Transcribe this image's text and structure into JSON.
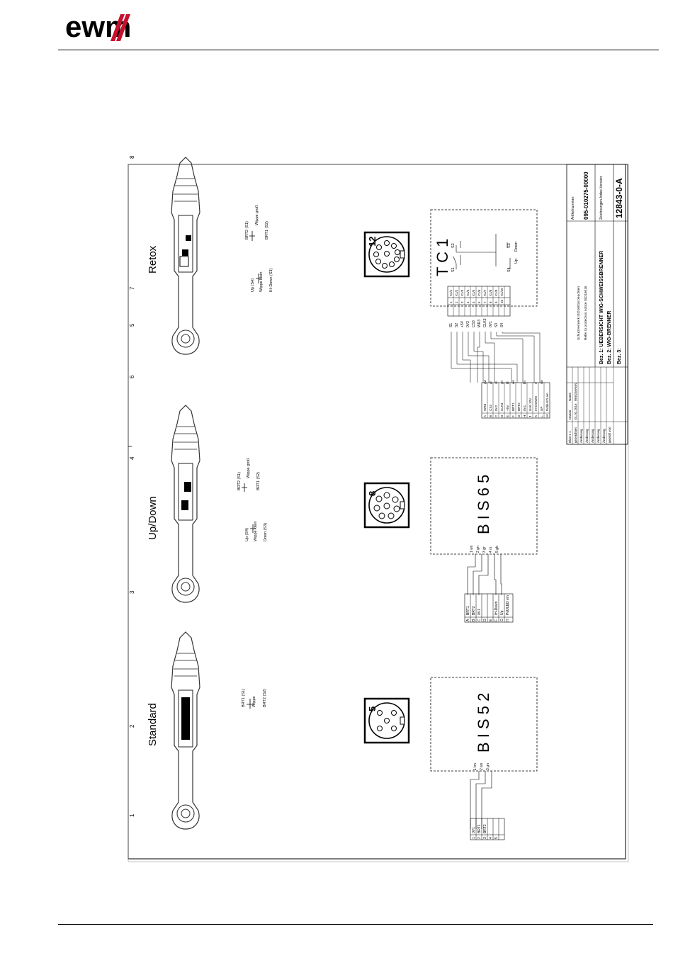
{
  "header": {
    "logo_text": "ewm"
  },
  "grid": {
    "columns": [
      "1",
      "2",
      "3",
      "4",
      "5",
      "6",
      "7",
      "8"
    ]
  },
  "torches": [
    {
      "title": "Standard",
      "labels": [
        "BRT1 (S1)",
        "Wippe",
        "BRT2 (S2)"
      ],
      "connector_pins": "5",
      "box_label": "B I S 5 2",
      "pin_rows": [
        {
          "pin": "1",
          "sig": "0V1"
        },
        {
          "pin": "2",
          "sig": "BRT1"
        },
        {
          "pin": "3",
          "sig": "BRT2"
        },
        {
          "pin": "4",
          "sig": ""
        },
        {
          "pin": "5",
          "sig": ""
        }
      ],
      "wires": [
        "1 bn",
        "2 ws",
        "3 gn"
      ]
    },
    {
      "title": "Up/Down",
      "labels_left": [
        "Up (S4)",
        "Wippe klein",
        "Down (S3)"
      ],
      "labels_right": [
        "BRT2 (S1)",
        "Wippe groß",
        "BRT1 (S2)"
      ],
      "connector_pins": "8",
      "box_label": "B I S 6 5",
      "pin_rows": [
        {
          "pin": "A",
          "sig": "BRT1"
        },
        {
          "pin": "B",
          "sig": "BRT2"
        },
        {
          "pin": "C",
          "sig": "0V1"
        },
        {
          "pin": "D",
          "sig": ""
        },
        {
          "pin": "E",
          "sig": ""
        },
        {
          "pin": "F",
          "sig": "IH-Down"
        },
        {
          "pin": "G",
          "sig": "Up"
        },
        {
          "pin": "H",
          "sig": "Poti/LED ein"
        }
      ],
      "wires": [
        "1 ws",
        "2 gn",
        "3 gr",
        "4 rs",
        "5 gb"
      ]
    },
    {
      "title": "Retox",
      "labels_left": [
        "Up (S4)",
        "Wippe klein",
        "IH-Down (S3)"
      ],
      "labels_right": [
        "BRT2 (S1)",
        "Wippe groß",
        "BRT1 (S2)"
      ],
      "connector_pins": "12",
      "box_label": "T C 1",
      "pin_rows": [
        {
          "pin": "A",
          "sig": "WR3",
          "color": "gw"
        },
        {
          "pin": "B",
          "sig": "CS3",
          "color": "gr"
        },
        {
          "pin": "C",
          "sig": "0V2",
          "color": "rs"
        },
        {
          "pin": "D",
          "sig": "CLK3",
          "color": "gn"
        },
        {
          "pin": "E",
          "sig": "+5V",
          "color": "bl"
        },
        {
          "pin": "F",
          "sig": "BRT1",
          "color": "ws"
        },
        {
          "pin": "G",
          "sig": "BRT2",
          "color": ""
        },
        {
          "pin": "H",
          "sig": "0V1",
          "color": "bn"
        },
        {
          "pin": "J",
          "sig": "Uref 10V",
          "color": ""
        },
        {
          "pin": "K",
          "sig": "IH-DOWN",
          "color": "rt"
        },
        {
          "pin": "L",
          "sig": "UP",
          "color": "sw"
        },
        {
          "pin": "M",
          "sig": "Poti/LED ein",
          "color": ""
        }
      ],
      "tc_rows": [
        {
          "sig": "S1",
          "n": "1",
          "x": "X1/1"
        },
        {
          "sig": "S2",
          "n": "2",
          "x": "X1/2"
        },
        {
          "sig": "+5V",
          "n": "3",
          "x": "X1/3"
        },
        {
          "sig": "0V2",
          "n": "4",
          "x": "X1/4"
        },
        {
          "sig": "CS3",
          "n": "5",
          "x": "X1/5"
        },
        {
          "sig": "WR3",
          "n": "6",
          "x": "X1/6"
        },
        {
          "sig": "CLK3",
          "n": "7",
          "x": "X1/7"
        },
        {
          "sig": "0V1",
          "n": "8",
          "x": "X1/8"
        },
        {
          "sig": "S3",
          "n": "9",
          "x": "X1/9"
        },
        {
          "sig": "S4",
          "n": "10",
          "x": "X1/10"
        }
      ],
      "switches": [
        "S1",
        "S2",
        "S3",
        "S4",
        "Up",
        "Down"
      ]
    }
  ],
  "title_block": {
    "article_label": "Artikelnummer:",
    "article_number": "095-010275-00000",
    "drawing_label": "Zeichnungen-Index-Version:",
    "drawing_number": "12843-0-A",
    "protection_1": "Schutzvermerk ISO16016 beachten",
    "protection_2": "Refer to protection notice ISO16016",
    "bez1": "Bez. 1: UEBERSICHT WIG-SCHWEISSBRENNER",
    "bez2": "Bez. 2: WIG-BRENNER",
    "bez3": "Bez. 3:",
    "blatt": "Blatt 1 1",
    "rows": [
      "gezeichnet",
      "Änderung",
      "Änderung",
      "Änderung",
      "Änderung",
      "Änderung",
      "geprüft von"
    ],
    "datum_label": "Datum",
    "datum_value": "01.02.2016",
    "name_label": "Name",
    "name_value": "WIEGMANN"
  }
}
